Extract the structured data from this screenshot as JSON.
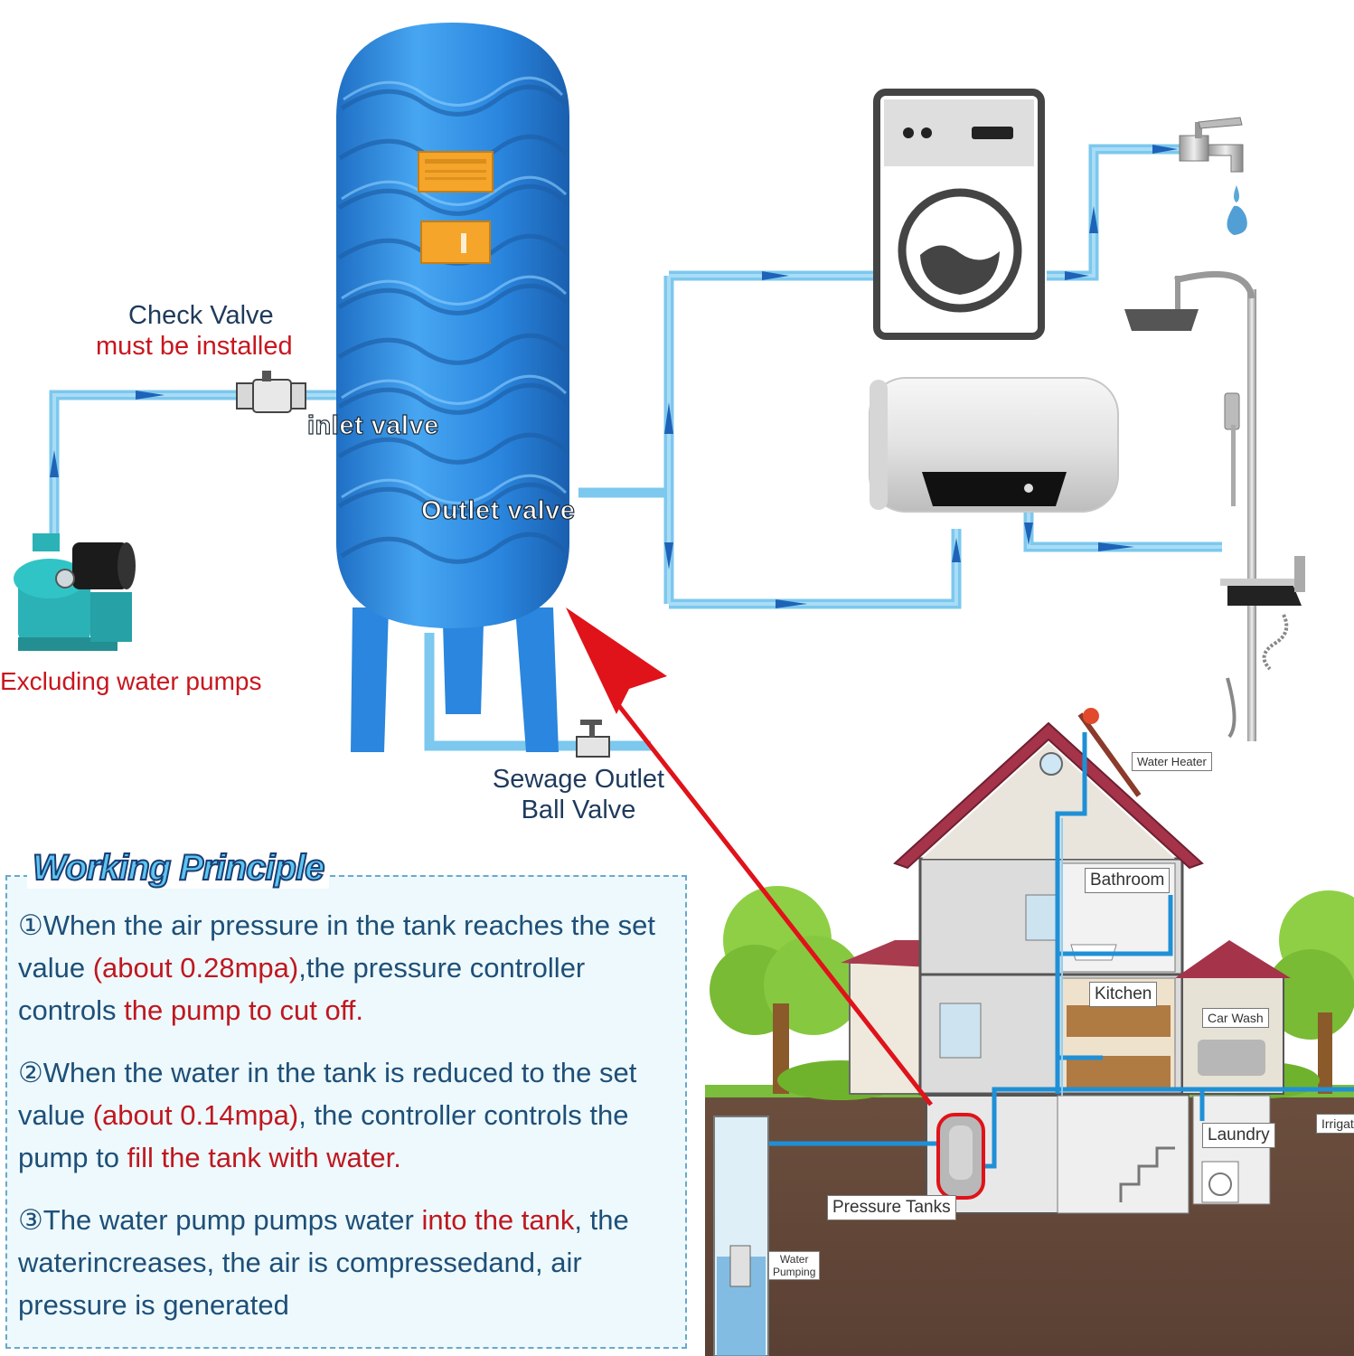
{
  "labels": {
    "check_valve_line1": "Check Valve",
    "check_valve_line2": "must be installed",
    "inlet_valve": "inlet valve",
    "outlet_valve": "Outlet valve",
    "excluding_pumps": "Excluding water pumps",
    "sewage_line1": "Sewage Outlet",
    "sewage_line2": "Ball Valve"
  },
  "working_principle": {
    "title": "Working Principle",
    "p1_a": "①When the air pressure in the tank reaches the set value ",
    "p1_b": "(about 0.28mpa)",
    "p1_c": ",the pressure controller controls ",
    "p1_d": "the pump to cut off.",
    "p2_a": "②When the water in the tank is reduced to the set value ",
    "p2_b": "(about 0.14mpa)",
    "p2_c": ", the controller controls the pump to ",
    "p2_d": "fill the tank with water.",
    "p3_a": "③The water pump pumps water ",
    "p3_b": "into the tank",
    "p3_c": ", the waterincreases, the air is compressedand, air pressure is generated"
  },
  "house_labels": {
    "water_heater": "Water Heater",
    "bathroom": "Bathroom",
    "kitchen": "Kitchen",
    "car_wash": "Car Wash",
    "laundry": "Laundry",
    "irrigation": "Irrigat",
    "pressure_tanks": "Pressure Tanks",
    "water_pumping_1": "Water",
    "water_pumping_2": "Pumping"
  },
  "colors": {
    "pipe": "#7cc8ee",
    "tank": "#2f8ee0",
    "arrow_blue": "#1f63b8",
    "red_arrow": "#e0121a",
    "highlight_red": "#c0171f"
  }
}
